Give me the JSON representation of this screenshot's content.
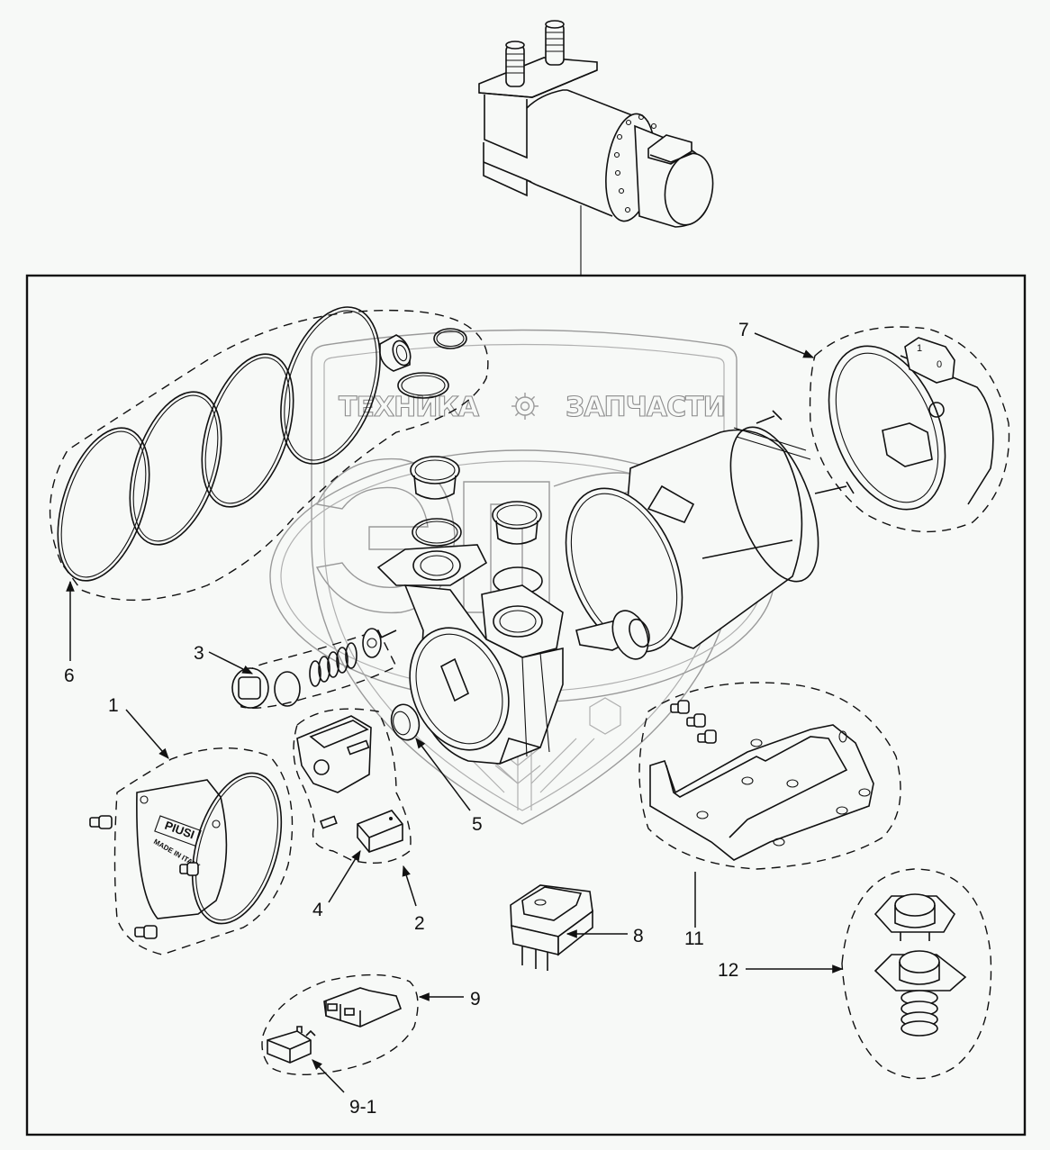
{
  "diagram": {
    "type": "exploded-parts-diagram",
    "subject": "Electric fuel transfer pump assembly",
    "watermark": {
      "left_text": "ТЕХНИКА",
      "right_text": "ЗАПЧАСТИ",
      "center_icon": "gear-icon",
      "monogram": "ЭЛФ"
    },
    "cover_brand": "PIUSI",
    "cover_text": "MADE IN ITALY",
    "switch_marks": [
      "1",
      "0"
    ],
    "callouts": [
      {
        "id": "1",
        "label": "1",
        "part": "pump-cover-kit"
      },
      {
        "id": "2",
        "label": "2",
        "part": "rotor-kit"
      },
      {
        "id": "3",
        "label": "3",
        "part": "bypass-valve-kit"
      },
      {
        "id": "4",
        "label": "4",
        "part": "vane"
      },
      {
        "id": "5",
        "label": "5",
        "part": "shaft-seal"
      },
      {
        "id": "6",
        "label": "6",
        "part": "o-ring-kit"
      },
      {
        "id": "7",
        "label": "7",
        "part": "motor-end-cover-with-switch"
      },
      {
        "id": "8",
        "label": "8",
        "part": "on-off-switch"
      },
      {
        "id": "9",
        "label": "9",
        "part": "fuse-holder-kit"
      },
      {
        "id": "9-1",
        "label": "9-1",
        "part": "fuse"
      },
      {
        "id": "11",
        "label": "11",
        "part": "mounting-bracket-kit"
      },
      {
        "id": "12",
        "label": "12",
        "part": "hose-fitting-kit"
      }
    ]
  }
}
